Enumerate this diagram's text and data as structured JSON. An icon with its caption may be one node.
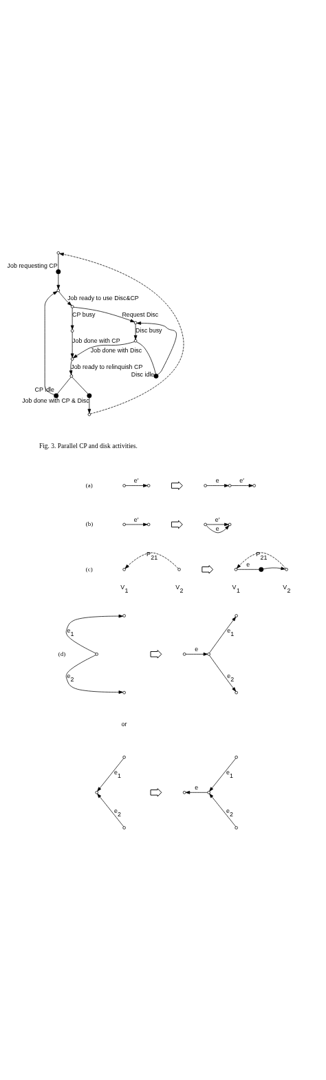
{
  "diagram": {
    "caption": "Fig. 3. Parallel CP and disk activities.",
    "nodes": [
      {
        "text": [],
        "shape": "circle"
      },
      {
        "text": [],
        "shape": "dot",
        "beside": [
          "Job requesting CP"
        ]
      },
      {
        "text": [],
        "shape": "circle"
      },
      {
        "text": [],
        "shape": "circle"
      },
      {
        "text": [],
        "shape": "circle"
      },
      {
        "text": [],
        "shape": "circle"
      },
      {
        "text": [],
        "shape": "circle"
      },
      {
        "text": [],
        "shape": "dot",
        "beside": [
          "Disc idle"
        ]
      },
      {
        "text": [],
        "shape": "circle"
      },
      {
        "text": [],
        "shape": "circle"
      },
      {
        "text": [],
        "shape": "dot",
        "beside": [
          "CP idle"
        ]
      },
      {
        "text": [],
        "shape": "dot",
        "beside": [
          "Job done with CP & Disc"
        ]
      },
      {
        "text": [],
        "shape": "circle"
      },
      {
        "text": [],
        "shape": "circle"
      },
      {
        "text": [],
        "shape": "circle"
      },
      {
        "text": [],
        "shape": "arrow"
      },
      {
        "text": [],
        "shape": "circle"
      },
      {
        "text": [],
        "shape": "circle"
      },
      {
        "text": [],
        "shape": "circle"
      },
      {
        "text": [],
        "shape": "circle"
      },
      {
        "text": [],
        "shape": "circle"
      },
      {
        "text": [],
        "shape": "arrow"
      },
      {
        "text": [],
        "shape": "circle"
      },
      {
        "text": [],
        "shape": "circle"
      },
      {
        "text": [],
        "shape": "circle",
        "beside": [
          "V$_{1}$"
        ]
      },
      {
        "text": [],
        "shape": "circle",
        "beside": [
          "V$_{2}$"
        ]
      },
      {
        "text": [],
        "shape": "arrow"
      },
      {
        "text": [],
        "shape": "circle",
        "beside": [
          "V$_{1}$"
        ]
      },
      {
        "text": [],
        "shape": "dot"
      },
      {
        "text": [],
        "shape": "circle",
        "beside": [
          "V$_{2}$"
        ]
      },
      {
        "text": [],
        "shape": "circle"
      },
      {
        "text": [],
        "shape": "circle"
      },
      {
        "text": [],
        "shape": "circle"
      },
      {
        "text": [],
        "shape": "arrow"
      },
      {
        "text": [],
        "shape": "circle"
      },
      {
        "text": [],
        "shape": "circle"
      },
      {
        "text": [],
        "shape": "circle"
      },
      {
        "text": [],
        "shape": "circle"
      },
      {
        "text": [],
        "shape": "circle"
      },
      {
        "text": [],
        "shape": "circle"
      },
      {
        "text": [],
        "shape": "circle"
      },
      {
        "text": [],
        "shape": "arrow"
      },
      {
        "text": [],
        "shape": "circle"
      },
      {
        "text": [],
        "shape": "circle"
      },
      {
        "text": [],
        "shape": "circle"
      },
      {
        "text": [],
        "shape": "circle"
      }
    ],
    "edges": [
      {
        "from": 0,
        "to": 1,
        "arrow": "none"
      },
      {
        "from": 1,
        "to": 2,
        "arrow": "to"
      },
      {
        "from": 2,
        "to": 3,
        "arrow": "to",
        "label": "Job ready to use Disc&CP"
      },
      {
        "from": 3,
        "to": 4,
        "arrow": "to",
        "label": "CP busy"
      },
      {
        "from": 3,
        "to": 5,
        "arrow": "to",
        "label": "Request Disc"
      },
      {
        "from": 5,
        "to": 6,
        "arrow": "to",
        "label": "Disc busy"
      },
      {
        "from": 6,
        "to": 7,
        "arrow": "none"
      },
      {
        "from": 7,
        "to": 5,
        "arrow": "to"
      },
      {
        "from": 4,
        "to": 8,
        "arrow": "to",
        "label": "Job done with CP"
      },
      {
        "from": 6,
        "to": 8,
        "arrow": "to",
        "label": "Job done with Disc"
      },
      {
        "from": 8,
        "to": 9,
        "arrow": "to",
        "label": "Job ready to relinquish CP"
      },
      {
        "from": 9,
        "to": 10,
        "arrow": "none"
      },
      {
        "from": 10,
        "to": 2,
        "arrow": "to"
      },
      {
        "from": 9,
        "to": 11,
        "arrow": "none"
      },
      {
        "from": 11,
        "to": 12,
        "arrow": "to"
      },
      {
        "from": 12,
        "to": 0,
        "arrow": "to",
        "style": "dashed"
      },
      {
        "from": 13,
        "to": 14,
        "arrow": "to",
        "label": "e′"
      },
      {
        "from": 16,
        "to": 17,
        "arrow": "to",
        "label": "e"
      },
      {
        "from": 17,
        "to": 18,
        "arrow": "to",
        "label": "e′"
      },
      {
        "from": 19,
        "to": 20,
        "arrow": "to",
        "label": "e′"
      },
      {
        "from": 22,
        "to": 23,
        "arrow": "to",
        "label": "e′"
      },
      {
        "from": 22,
        "to": 23,
        "arrow": "to",
        "label": "e"
      },
      {
        "from": 25,
        "to": 24,
        "arrow": "to",
        "style": "dashed",
        "label": "P$_{21}$"
      },
      {
        "from": 29,
        "to": 27,
        "arrow": "to",
        "style": "dashed",
        "label": "P$_{21}$"
      },
      {
        "from": 27,
        "to": 28,
        "arrow": "none",
        "label": "e"
      },
      {
        "from": 28,
        "to": 29,
        "arrow": "to"
      },
      {
        "from": 30,
        "to": 31,
        "arrow": "to",
        "label": "e$_{1}$"
      },
      {
        "from": 30,
        "to": 32,
        "arrow": "to",
        "label": "e$_{2}$"
      },
      {
        "from": 34,
        "to": 35,
        "arrow": "to",
        "label": "e"
      },
      {
        "from": 35,
        "to": 36,
        "arrow": "to",
        "label": "e$_{1}$"
      },
      {
        "from": 35,
        "to": 37,
        "arrow": "to",
        "label": "e$_{2}$"
      },
      {
        "from": 39,
        "to": 38,
        "arrow": "to",
        "label": "e$_{1}$"
      },
      {
        "from": 40,
        "to": 38,
        "arrow": "to",
        "label": "e$_{2}$"
      },
      {
        "from": 43,
        "to": 42,
        "arrow": "to",
        "label": "e"
      },
      {
        "from": 44,
        "to": 43,
        "arrow": "to",
        "label": "e$_{1}$"
      },
      {
        "from": 45,
        "to": 43,
        "arrow": "to",
        "label": "e$_{2}$"
      }
    ],
    "labels": [
      "(a)",
      "(b)",
      "(c)",
      "(d)",
      "or"
    ]
  }
}
